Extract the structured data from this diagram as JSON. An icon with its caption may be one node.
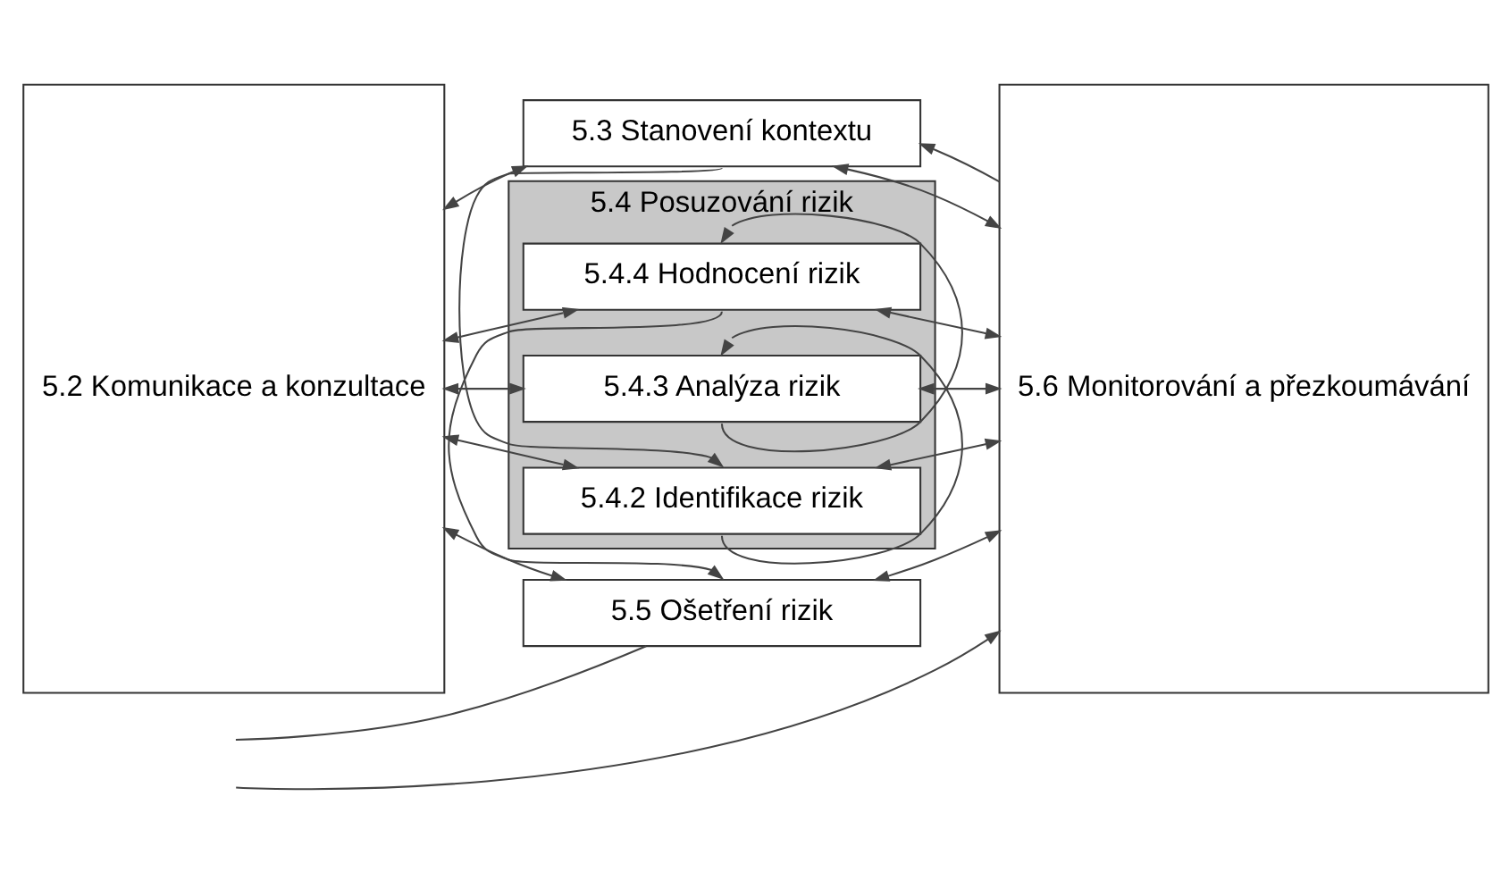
{
  "diagram": {
    "nodes": [
      {
        "text": [
          "5.2 Komunikace a konzultace"
        ]
      },
      {
        "text": [
          "5.3 Stanovení kontextu"
        ]
      },
      {
        "text": [
          "5.4 Posuzování rizik"
        ]
      },
      {
        "text": [
          "5.4.2 Identifikace rizik"
        ],
        "in": 2
      },
      {
        "text": [
          "5.4.3 Analýza rizik"
        ],
        "in": 2
      },
      {
        "text": [
          "5.4.4 Hodnocení rizik"
        ],
        "in": 2
      },
      {
        "text": [
          "5.5 Ošetření rizik"
        ]
      },
      {
        "text": [
          "5.6 Monitorování a přezkoumávání"
        ]
      }
    ],
    "edges": [
      {
        "from": 0,
        "to": 1,
        "arrow": "both"
      },
      {
        "from": 1,
        "to": 7,
        "arrow": "both"
      },
      {
        "from": 7,
        "to": 1,
        "arrow": "to"
      },
      {
        "from": 1,
        "to": 3,
        "arrow": "to"
      },
      {
        "from": 0,
        "to": 3,
        "arrow": "both"
      },
      {
        "from": 3,
        "to": 7,
        "arrow": "both"
      },
      {
        "from": 3,
        "to": 4,
        "arrow": "to"
      },
      {
        "from": 0,
        "to": 4,
        "arrow": "both"
      },
      {
        "from": 4,
        "to": 7,
        "arrow": "both"
      },
      {
        "from": 4,
        "to": 5,
        "arrow": "to"
      },
      {
        "from": 0,
        "to": 5,
        "arrow": "both"
      },
      {
        "from": 5,
        "to": 7,
        "arrow": "both"
      },
      {
        "from": 5,
        "to": 6,
        "arrow": "to"
      },
      {
        "from": 0,
        "to": 6,
        "arrow": "both"
      },
      {
        "from": 6,
        "to": 7,
        "arrow": "both"
      },
      {
        "from": 6,
        "to": null,
        "arrow": "none"
      },
      {
        "from": null,
        "to": 7,
        "arrow": "to"
      }
    ]
  }
}
